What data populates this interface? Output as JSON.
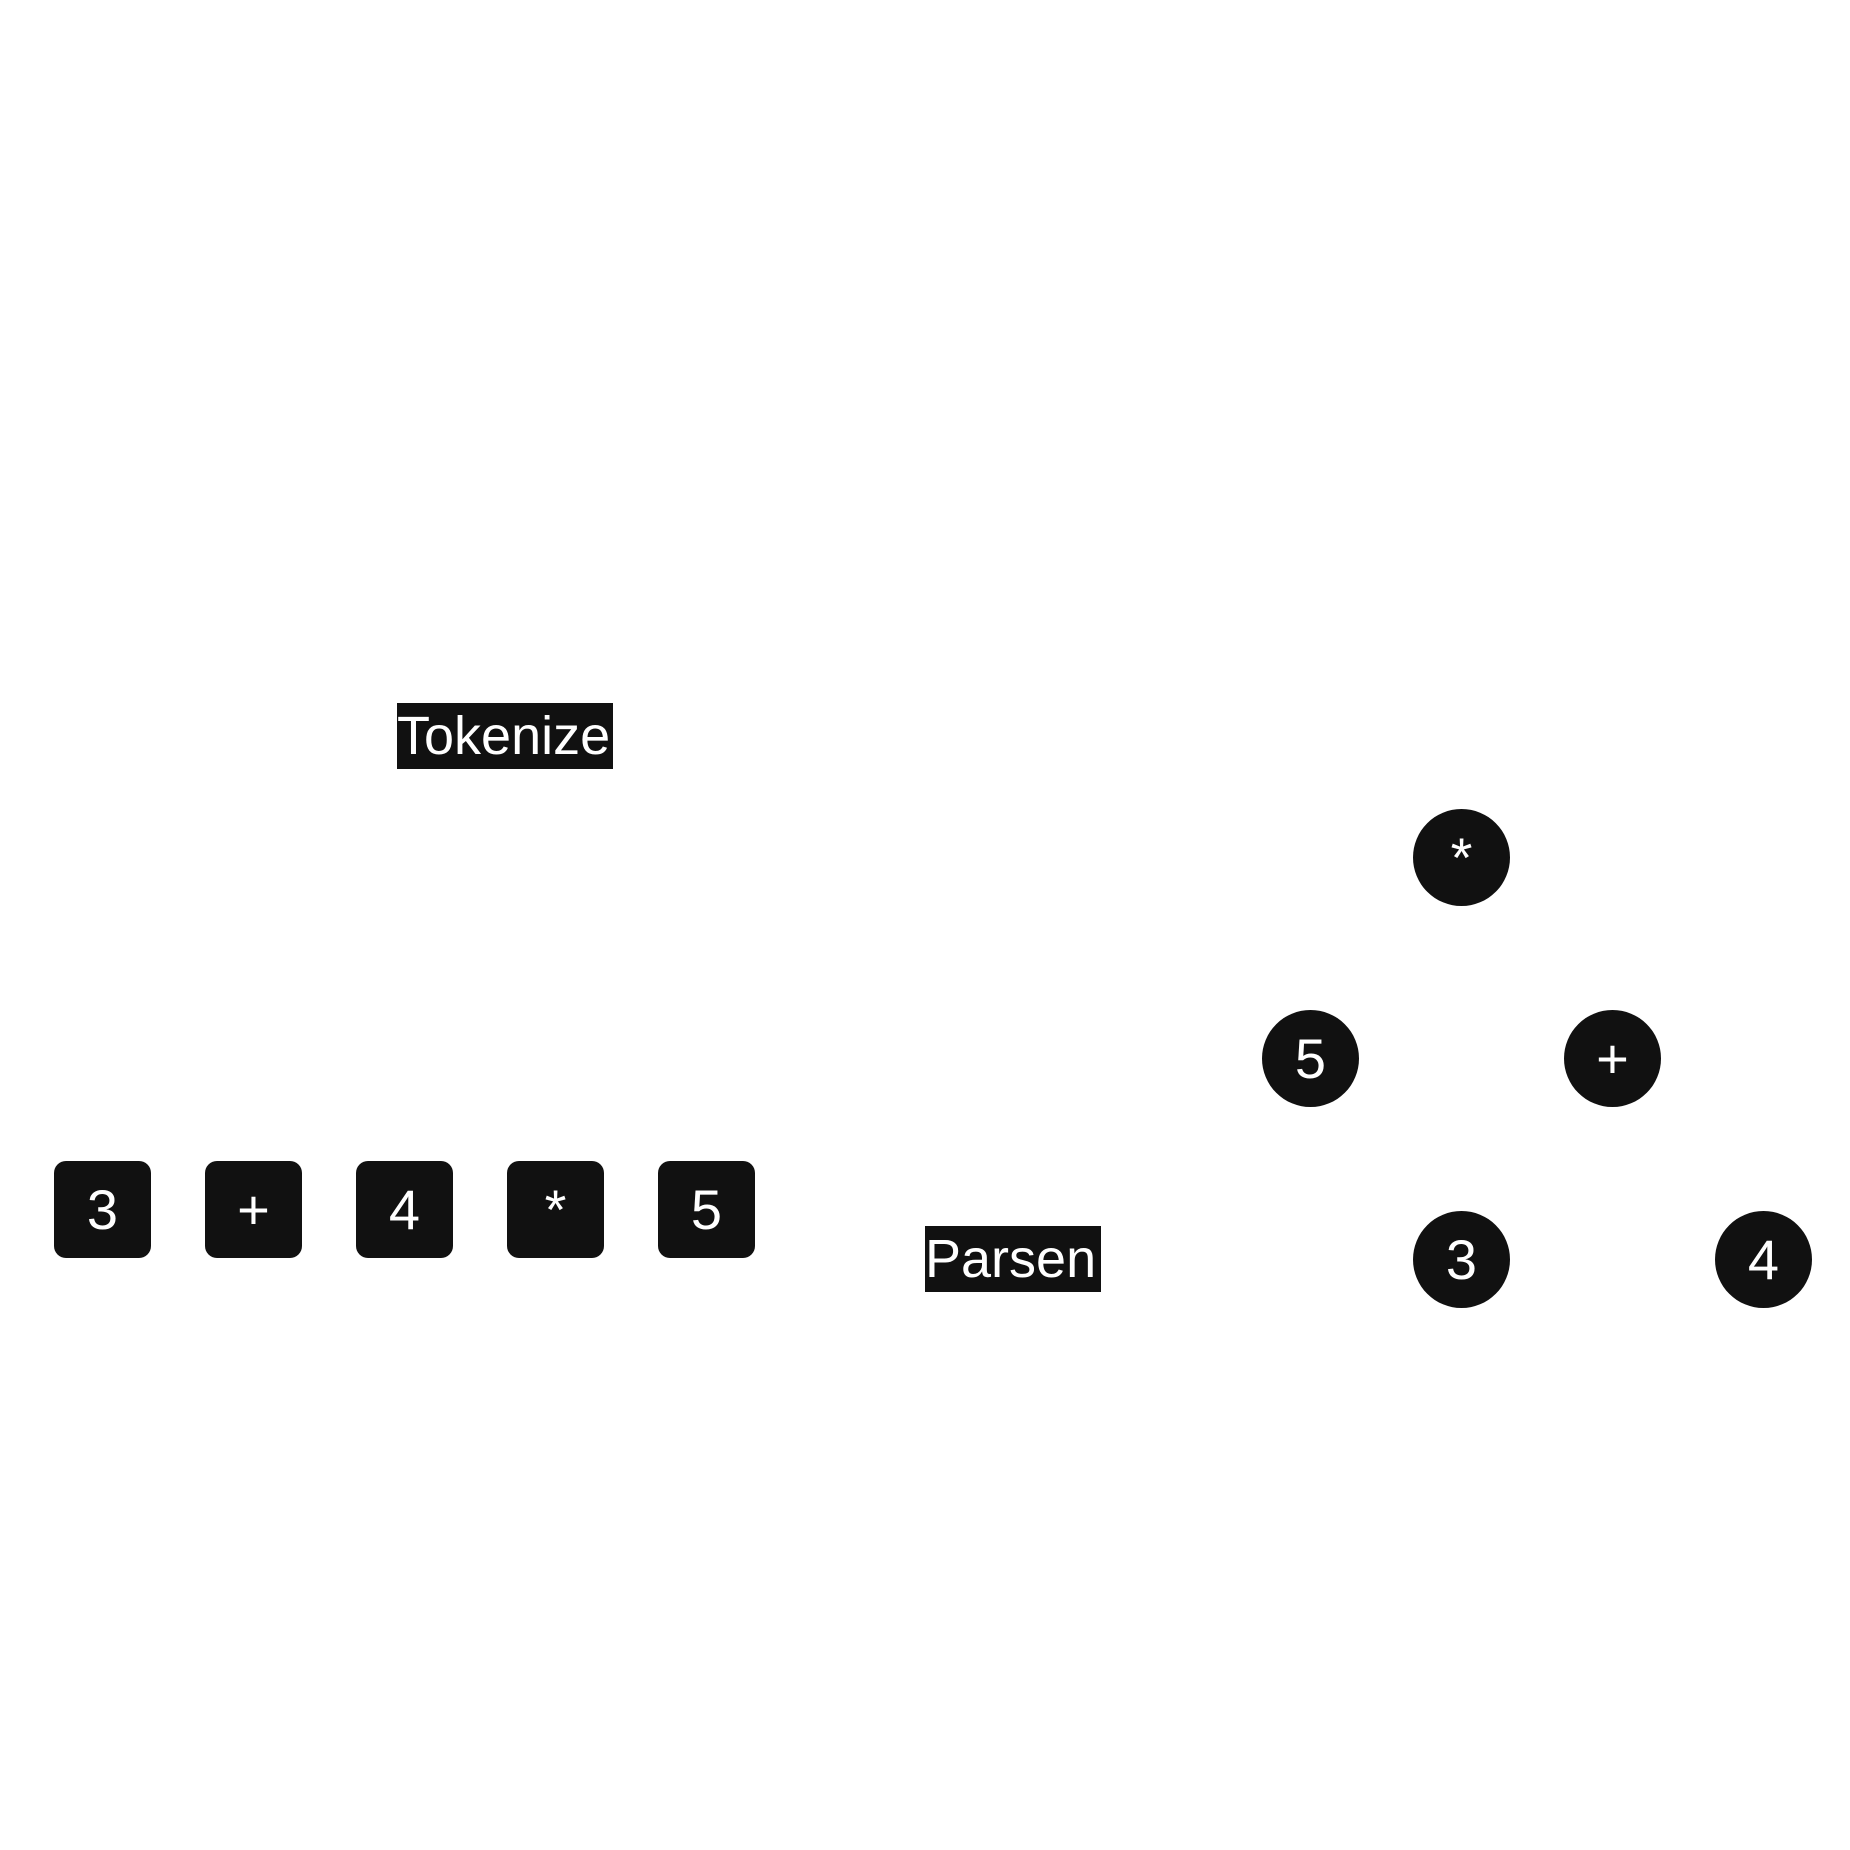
{
  "labels": {
    "tokenize": "Tokenize",
    "parse": "Parsen"
  },
  "tokens": [
    "3",
    "+",
    "4",
    "*",
    "5"
  ],
  "tree": {
    "root": "*",
    "left": "5",
    "right": "+",
    "right_left": "3",
    "right_right": "4"
  },
  "colors": {
    "fill": "#111111",
    "text": "#ffffff",
    "background": "#ffffff"
  }
}
